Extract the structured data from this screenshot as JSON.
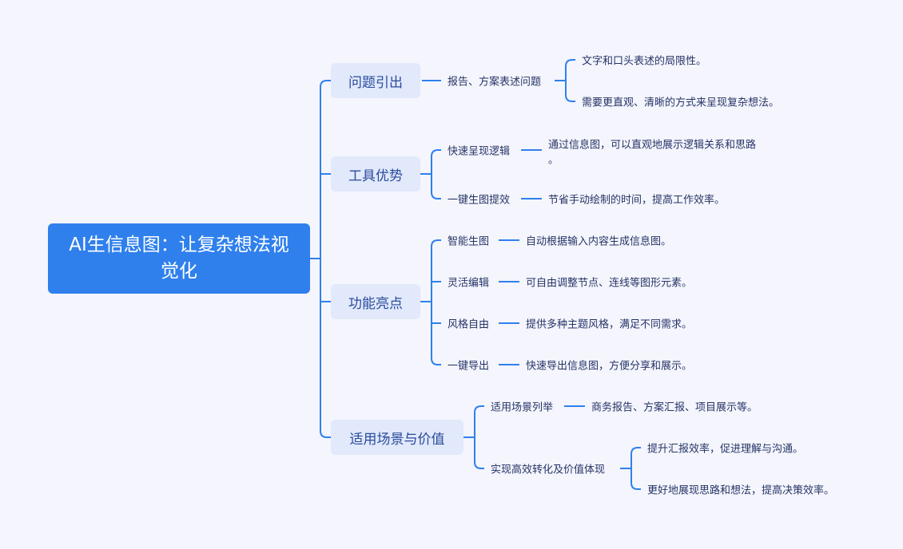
{
  "colors": {
    "accent": "#2f80ed",
    "node_bg": "#e1e9fb",
    "background": "#f4f5fd"
  },
  "root": {
    "label": "AI生信息图：让复杂想法视觉化"
  },
  "branches": [
    {
      "label": "问题引出",
      "children": [
        {
          "label": "报告、方案表述问题",
          "leaves": [
            "文字和口头表述的局限性。",
            "需要更直观、清晰的方式来呈现复杂想法。"
          ]
        }
      ]
    },
    {
      "label": "工具优势",
      "children": [
        {
          "label": "快速呈现逻辑",
          "leaves": [
            "通过信息图，可以直观地展示逻辑关系和思路",
            "。"
          ]
        },
        {
          "label": "一键生图提效",
          "leaves": [
            "节省手动绘制的时间，提高工作效率。"
          ]
        }
      ]
    },
    {
      "label": "功能亮点",
      "children": [
        {
          "label": "智能生图",
          "leaves": [
            "自动根据输入内容生成信息图。"
          ]
        },
        {
          "label": "灵活编辑",
          "leaves": [
            "可自由调整节点、连线等图形元素。"
          ]
        },
        {
          "label": "风格自由",
          "leaves": [
            "提供多种主题风格，满足不同需求。"
          ]
        },
        {
          "label": "一键导出",
          "leaves": [
            "快速导出信息图，方便分享和展示。"
          ]
        }
      ]
    },
    {
      "label": "适用场景与价值",
      "children": [
        {
          "label": "适用场景列举",
          "leaves": [
            "商务报告、方案汇报、项目展示等。"
          ]
        },
        {
          "label": "实现高效转化及价值体现",
          "leaves": [
            "提升汇报效率，促进理解与沟通。",
            "更好地展现思路和想法，提高决策效率。"
          ]
        }
      ]
    }
  ]
}
